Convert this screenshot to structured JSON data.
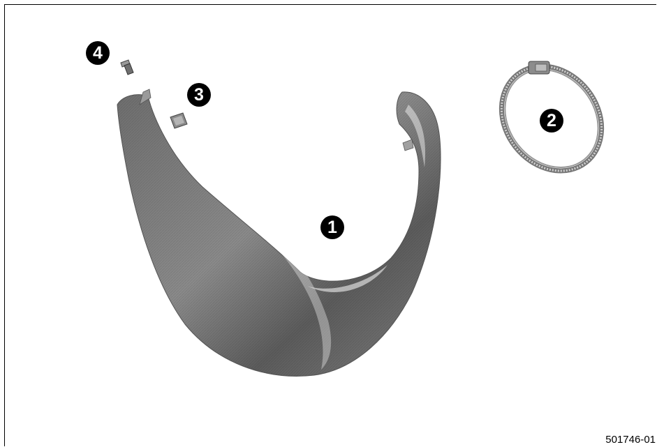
{
  "callouts": {
    "c1": "1",
    "c2": "2",
    "c3": "3",
    "c4": "4"
  },
  "reference_code": "501746-01",
  "parts": {
    "p1": "guard-part",
    "p2": "hose-clamp-part",
    "p3": "clip-nut-part",
    "p4": "screw-part"
  },
  "colors": {
    "callout_fill": "#000000",
    "callout_text": "#ffffff",
    "part_gray": "#7a7a7a"
  }
}
